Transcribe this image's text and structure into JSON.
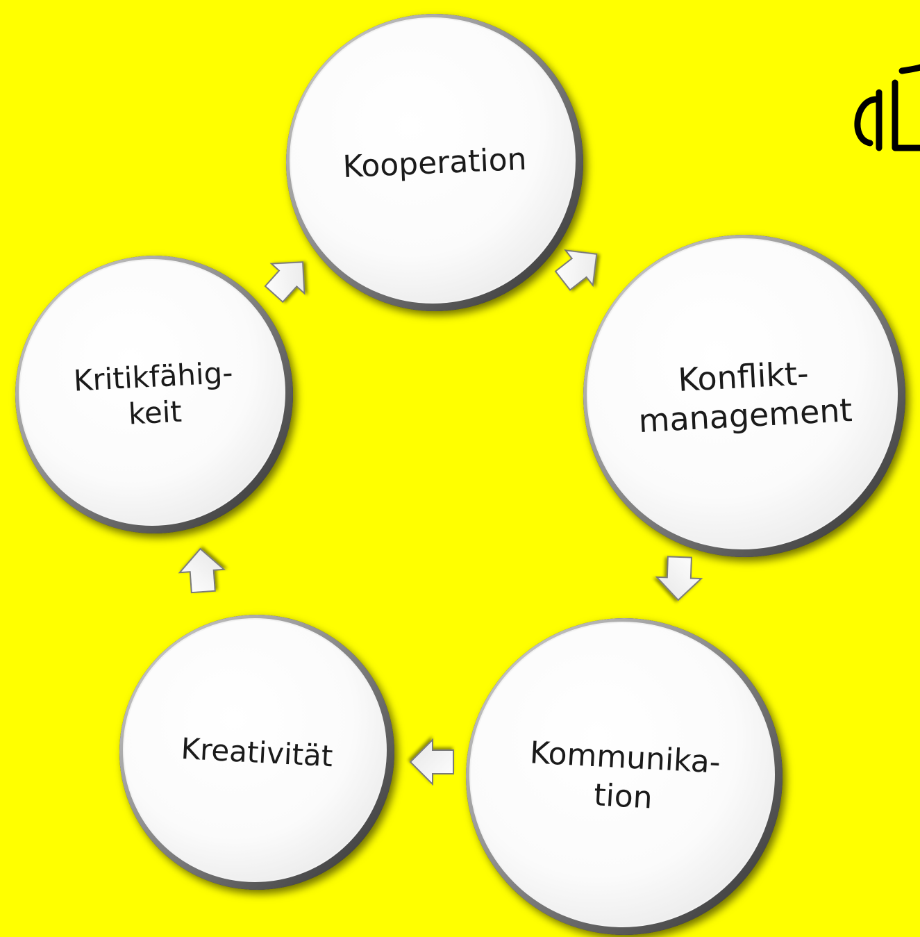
{
  "background_color": "#ffff00",
  "cycle": {
    "direction": "clockwise",
    "nodes": [
      {
        "id": "kooperation",
        "lines": [
          "Kooperation"
        ]
      },
      {
        "id": "konfliktmanagement",
        "lines": [
          "Konflikt-",
          "management"
        ]
      },
      {
        "id": "kommunikation",
        "lines": [
          "Kommunika-",
          "tion"
        ]
      },
      {
        "id": "kreativitaet",
        "lines": [
          "Kreativität"
        ]
      },
      {
        "id": "kritikfaehigkeit",
        "lines": [
          "Kritikfähig-",
          "keit"
        ]
      }
    ]
  },
  "logo": {
    "icon": "partial-logo-mark"
  }
}
